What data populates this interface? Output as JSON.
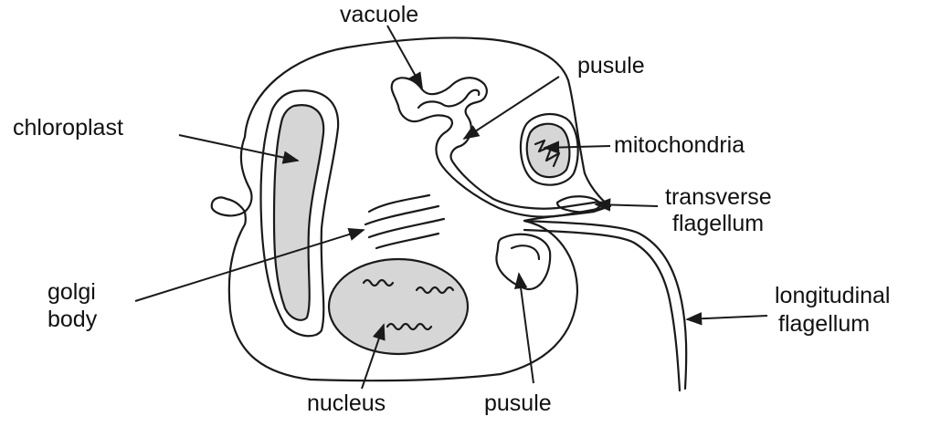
{
  "labels": {
    "vacuole": "vacuole",
    "pusule_top": "pusule",
    "chloroplast": "chloroplast",
    "mitochondria": "mitochondria",
    "transverse_line1": "transverse",
    "transverse_line2": "flagellum",
    "golgi_line1": "golgi",
    "golgi_line2": "body",
    "longitudinal_line1": "longitudinal",
    "longitudinal_line2": "flagellum",
    "nucleus": "nucleus",
    "pusule_bottom": "pusule"
  },
  "colors": {
    "line": "#1a1a1a",
    "organelle_fill": "#d6d6d6",
    "background": "#ffffff"
  }
}
